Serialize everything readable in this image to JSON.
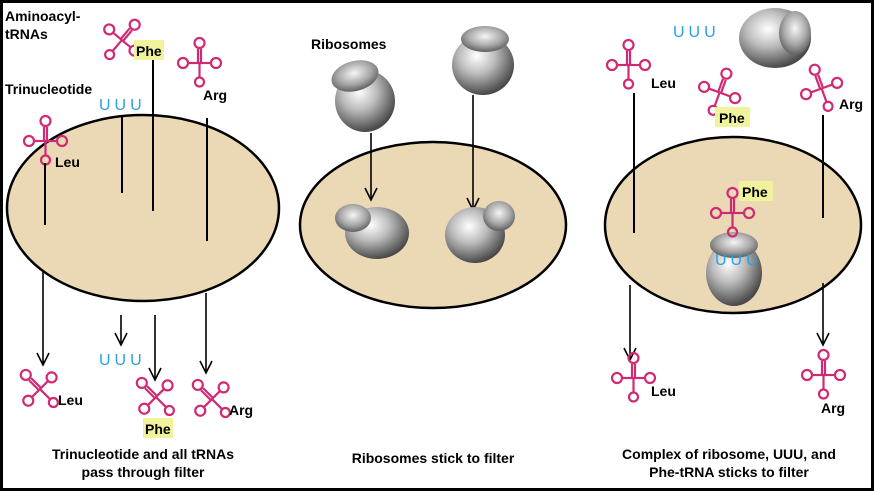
{
  "panels": [
    {
      "id": "left",
      "caption_line1": "Trinucleotide and all tRNAs",
      "caption_line2": "pass through filter",
      "labels": {
        "aminoacyl_line1": "Aminoacyl-",
        "aminoacyl_line2": "tRNAs",
        "trinucleotide": "Trinucleotide"
      },
      "uuu_top": "UUU",
      "uuu_bottom": "UUU",
      "trnas_top": [
        "Phe",
        "Arg",
        "Leu"
      ],
      "trnas_bottom": [
        "Leu",
        "Phe",
        "Arg"
      ]
    },
    {
      "id": "middle",
      "caption": "Ribosomes stick to filter",
      "label": "Ribosomes"
    },
    {
      "id": "right",
      "caption_line1": "Complex of ribosome, UUU, and",
      "caption_line2": "Phe-tRNA sticks to filter",
      "uuu_top": "UUU",
      "uuu_bound": "UUU",
      "trnas_top": [
        "Leu",
        "Phe",
        "Arg"
      ],
      "trna_bound": "Phe",
      "trnas_bottom": [
        "Leu",
        "Arg"
      ]
    }
  ],
  "colors": {
    "filter": "#ead9b4",
    "trna": "#d02a75",
    "codon": "#2aa0e6",
    "highlight": "#f1f39c"
  }
}
